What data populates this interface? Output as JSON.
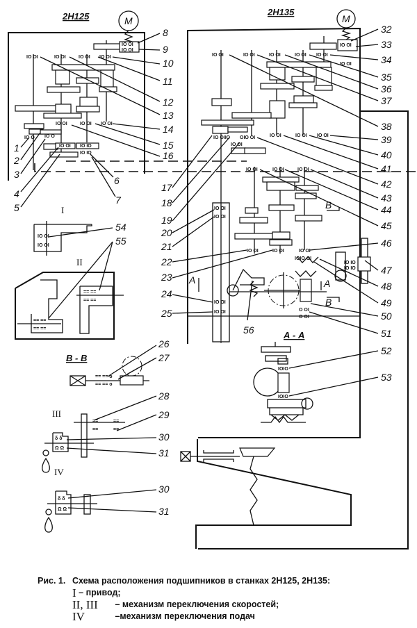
{
  "titles": {
    "left_machine": "2Н125",
    "right_machine": "2Н135",
    "motor": "M",
    "view_I": "I",
    "view_II": "II",
    "view_III": "III",
    "view_IV": "IV",
    "section_BB": "В - В",
    "section_AA": "А - А",
    "cut_A": "А",
    "cut_B": "В"
  },
  "callouts": [
    "1",
    "2",
    "3",
    "4",
    "5",
    "6",
    "7",
    "8",
    "9",
    "10",
    "11",
    "12",
    "13",
    "14",
    "15",
    "16",
    "17",
    "18",
    "19",
    "20",
    "21",
    "22",
    "23",
    "24",
    "25",
    "26",
    "27",
    "28",
    "29",
    "30",
    "31",
    "32",
    "33",
    "34",
    "35",
    "36",
    "37",
    "38",
    "39",
    "40",
    "41",
    "42",
    "43",
    "44",
    "45",
    "46",
    "47",
    "48",
    "49",
    "50",
    "51",
    "52",
    "53",
    "54",
    "55",
    "56"
  ],
  "bearing_symbol": "ю о",
  "caption": {
    "fig": "Рис. 1.",
    "title": "Схема расположения подшипников в станках 2Н125, 2Н135:",
    "items": [
      {
        "roman": "I",
        "text": "– привод;"
      },
      {
        "roman": "II, III",
        "text": "– механизм переключения скоростей;"
      },
      {
        "roman": "IV",
        "text": "–механизм переключения подач"
      }
    ]
  }
}
